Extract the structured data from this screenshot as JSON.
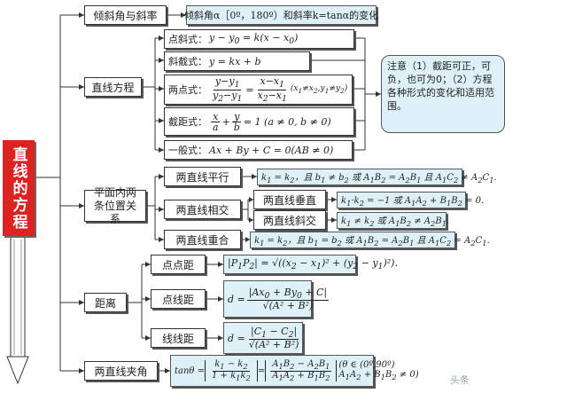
{
  "root": {
    "title": "直线的方程"
  },
  "nodes": {
    "incline": "倾斜角与斜率",
    "line_eq": "直线方程",
    "relation": "平面内两条位置关系",
    "distance": "距离",
    "angle": "两直线夹角"
  },
  "incline_desc": "倾斜角α［0º，180º）和斜率k=tanα的变化",
  "forms": {
    "point_slope": "点斜式：",
    "slope_intercept": "斜截式：",
    "two_point": "两点式：",
    "intercept": "截距式：",
    "general": "一般式："
  },
  "note": "注意（1）截距可正，可负，也可为0；（2）方程各种形式的变化和适用范围。",
  "relations": {
    "parallel": "两直线平行",
    "intersect": "两直线相交",
    "perpendicular": "两直线垂直",
    "oblique": "两直线斜交",
    "coincide": "两直线重合"
  },
  "dist": {
    "pp": "点点距",
    "pl": "点线距",
    "ll": "线线距"
  },
  "watermark": "头条"
}
